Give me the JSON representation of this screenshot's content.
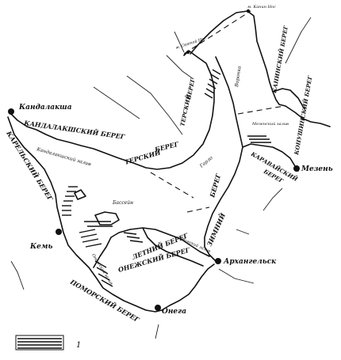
{
  "map": {
    "cities": {
      "kandalaksha": "Кандалакша",
      "kem": "Кемь",
      "onega": "Онега",
      "arkhangelsk": "Архангельск",
      "mezen": "Мезень"
    },
    "capes": {
      "svyatoy_nos": "м. Святой Нос",
      "kanin_nos": "м. Канин Нос"
    },
    "coasts": {
      "kandalakshsky": "КАНДАЛАКШСКИЙ БЕРЕГ",
      "karelsky": "КАРЕЛЬСКИЙ БЕРЕГ",
      "tersky_upper_1": "БЕРЕГ",
      "tersky_upper_2": "ТЕРСКИЙ",
      "tersky_lower_1": "БЕРЕГ",
      "tersky_lower_2": "ТЕРСКИЙ",
      "kaninsky": "КАНИНСКИЙ БЕРЕГ",
      "konushinsky": "КОНУШИНСКИЙ БЕРЕГ",
      "kuloysky": "КАРАВАЙСКИЙ",
      "abramovsky": "БЕРЕГ",
      "zimny_1": "БЕРЕГ",
      "zimny_2": "ЗИМНИЙ",
      "letny": "ЛЕТНИЙ БЕРЕГ",
      "onezhsky": "ОНЕЖСКИЙ БЕРЕГ",
      "pomorsky": "ПОМОРСКИЙ БЕРЕГ"
    },
    "water": {
      "kandalaksha_gulf": "Кандалакшский залив",
      "basin": "Бассейн",
      "gorlo": "Горло",
      "voronka": "Воронка",
      "mezen_bay": "Мезенский залив",
      "dvina_bay": "Двинский залив",
      "onega_bay": "Онежский залив"
    },
    "legend": {
      "number": "1"
    },
    "colors": {
      "ink": "#111111",
      "paper": "#ffffff"
    }
  }
}
